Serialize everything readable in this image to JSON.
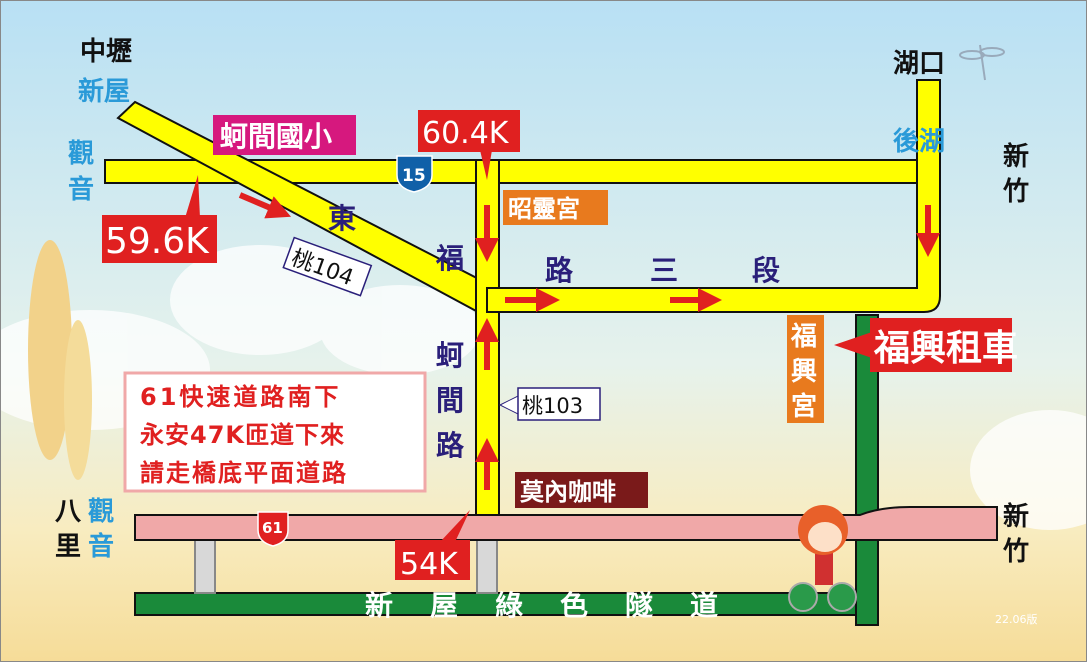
{
  "places": {
    "zhongli": "中壢",
    "xinwu_top": "新屋",
    "guanyin_left": [
      "觀",
      "音"
    ],
    "hukou": "湖口",
    "houhu": "後湖",
    "hsinchu_top": [
      "新",
      "竹"
    ],
    "bali": [
      "八",
      "里"
    ],
    "guanyin_bottom": [
      "觀",
      "音"
    ],
    "hsinchu_bottom": [
      "新",
      "竹"
    ]
  },
  "labels": {
    "school": "蚵間國小",
    "km_604": "60.4K",
    "km_596": "59.6K",
    "km_54": "54K",
    "route_15": "15",
    "route_61": "61",
    "temple_zhaoling": "昭靈宮",
    "temple_fuxing": [
      "福",
      "興",
      "宮"
    ],
    "rental": "福興租車",
    "cafe": "莫內咖啡",
    "tao104": "桃104",
    "tao103": "桃103",
    "road_east": "東",
    "road_fu": "福",
    "road_lu": "路",
    "road_san": "三",
    "road_duan": "段",
    "road_kejian": [
      "蚵",
      "間",
      "路"
    ],
    "tunnel": [
      "新",
      "屋",
      "綠",
      "色",
      "隧",
      "道"
    ],
    "version": "22.06版"
  },
  "notice": [
    "61快速道路南下",
    "永安47K匝道下來",
    "請走橋底平面道路"
  ],
  "colors": {
    "road": "#ffff00",
    "red": "#e02020",
    "magenta": "#d6187e",
    "orange": "#e87a1e",
    "green": "#1a8a3a",
    "pink": "#f0a8a8",
    "blue": "#2a9ad8",
    "navy": "#2a1f7a"
  }
}
